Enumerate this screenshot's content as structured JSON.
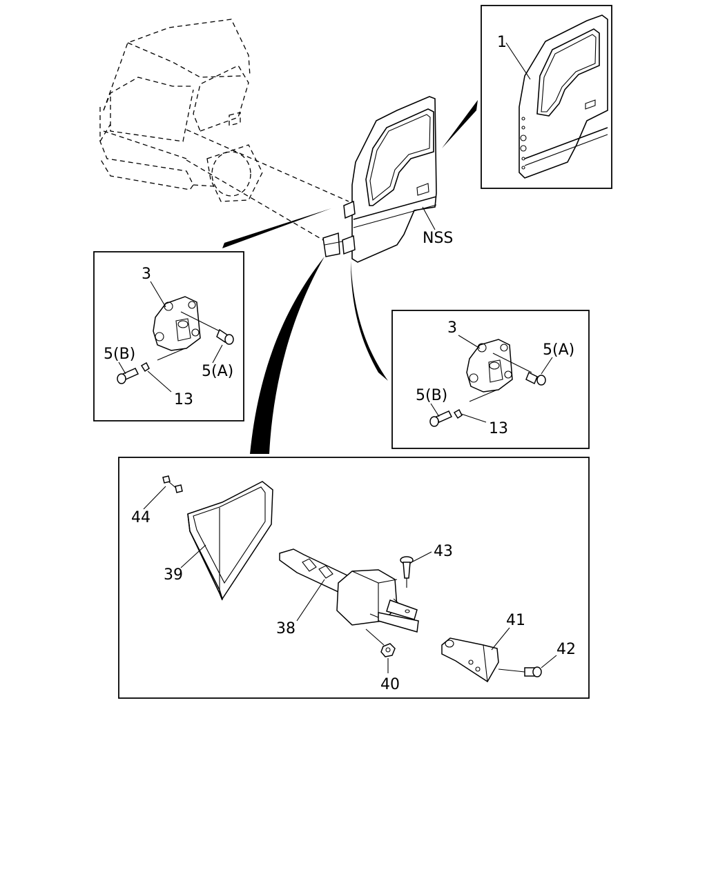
{
  "callouts": {
    "door_panel": "1",
    "hinge_left": "3",
    "bolt_b_left": "5(B)",
    "bolt_a_left": "5(A)",
    "washer_left": "13",
    "hinge_right": "3",
    "bolt_a_right": "5(A)",
    "bolt_b_right": "5(B)",
    "washer_right": "13",
    "side_marker": "NSS",
    "clip_44": "44",
    "cover_39": "39",
    "check_arm_38": "38",
    "pin_43": "43",
    "nut_40": "40",
    "bracket_41": "41",
    "bolt_42": "42"
  }
}
